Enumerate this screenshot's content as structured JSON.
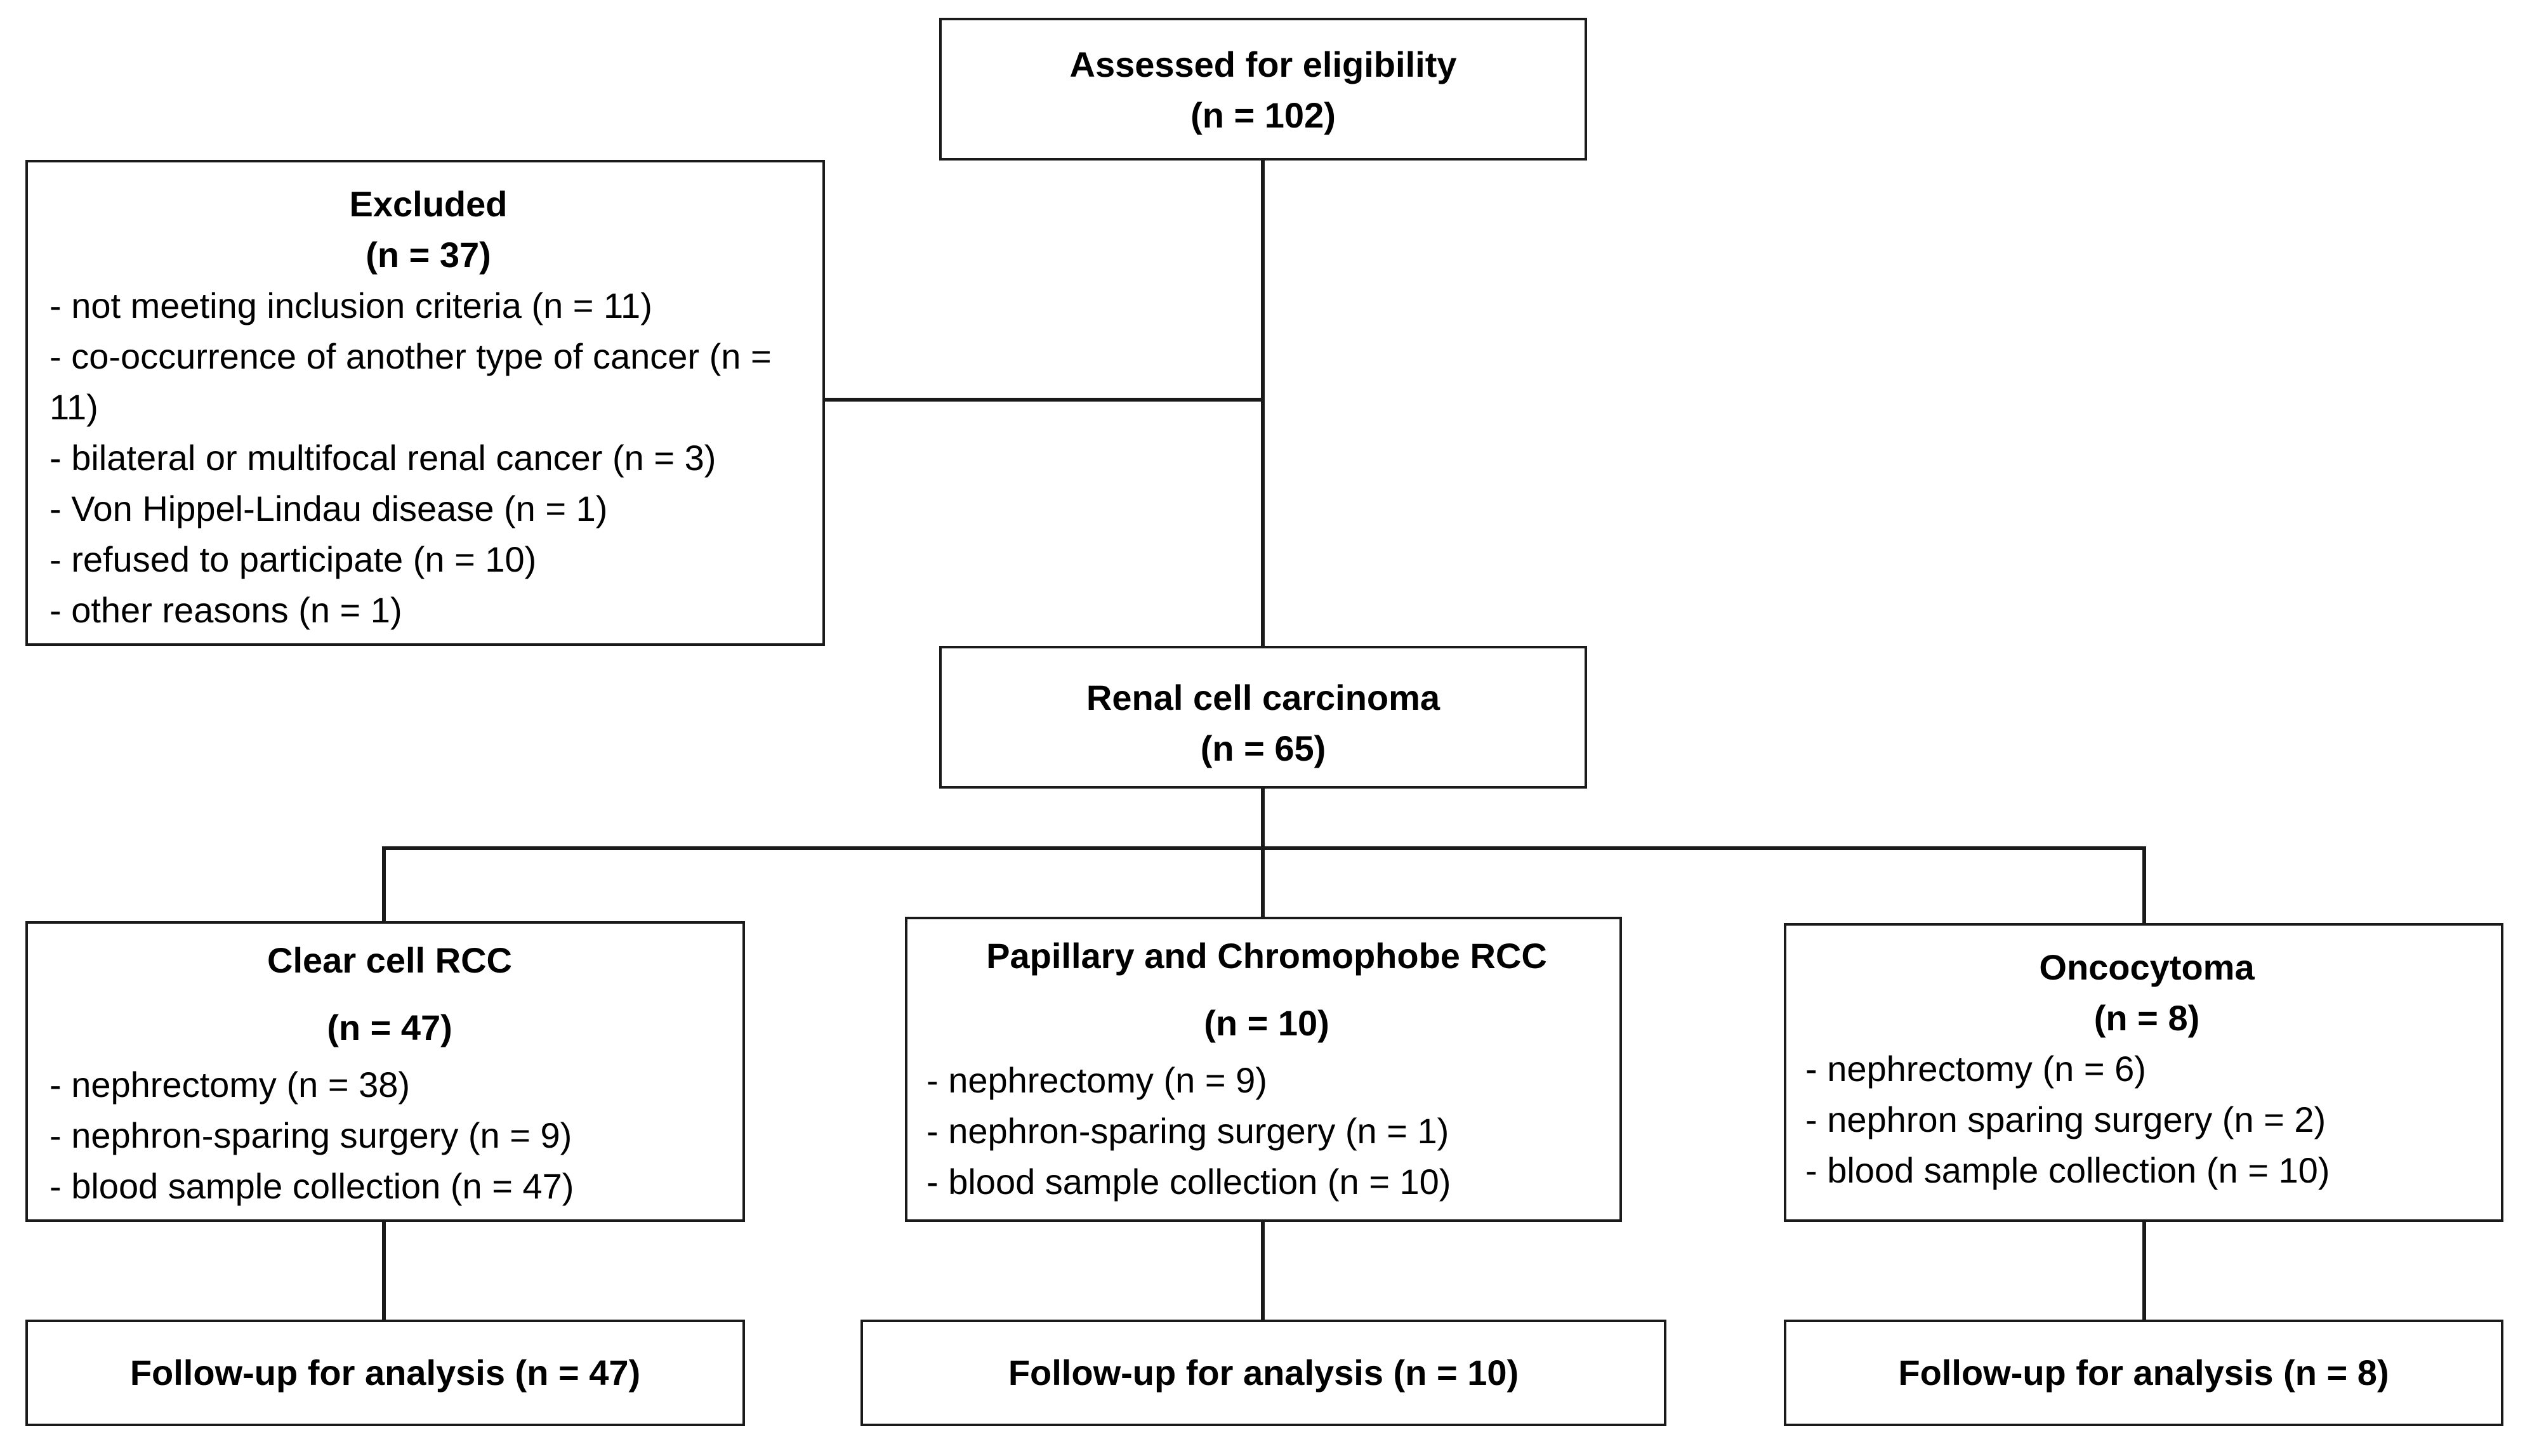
{
  "assessed": {
    "title": "Assessed for eligibility",
    "count": "(n = 102)"
  },
  "excluded": {
    "title": "Excluded",
    "count": "(n = 37)",
    "items": [
      "- not meeting inclusion criteria (n = 11)",
      "- co-occurrence of another type of cancer (n = 11)",
      "- bilateral or multifocal renal cancer (n = 3)",
      "- Von Hippel-Lindau disease (n = 1)",
      "- refused to participate (n = 10)",
      "- other reasons (n = 1)"
    ]
  },
  "rcc": {
    "title": "Renal cell carcinoma",
    "count": "(n = 65)"
  },
  "groups": [
    {
      "title": "Clear cell RCC",
      "count": "(n = 47)",
      "items": [
        "- nephrectomy (n = 38)",
        "- nephron-sparing surgery (n = 9)",
        "- blood sample collection (n = 47)"
      ],
      "followup": "Follow-up for analysis (n = 47)"
    },
    {
      "title": "Papillary and Chromophobe RCC",
      "count": "(n = 10)",
      "items": [
        "- nephrectomy (n = 9)",
        "- nephron-sparing surgery (n = 1)",
        "- blood sample collection (n = 10)"
      ],
      "followup": "Follow-up for analysis (n = 10)"
    },
    {
      "title": "Oncocytoma",
      "count": "(n = 8)",
      "items": [
        "- nephrectomy (n = 6)",
        "- nephron sparing surgery (n = 2)",
        "- blood sample collection (n = 10)"
      ],
      "followup": "Follow-up for analysis (n = 8)"
    }
  ]
}
